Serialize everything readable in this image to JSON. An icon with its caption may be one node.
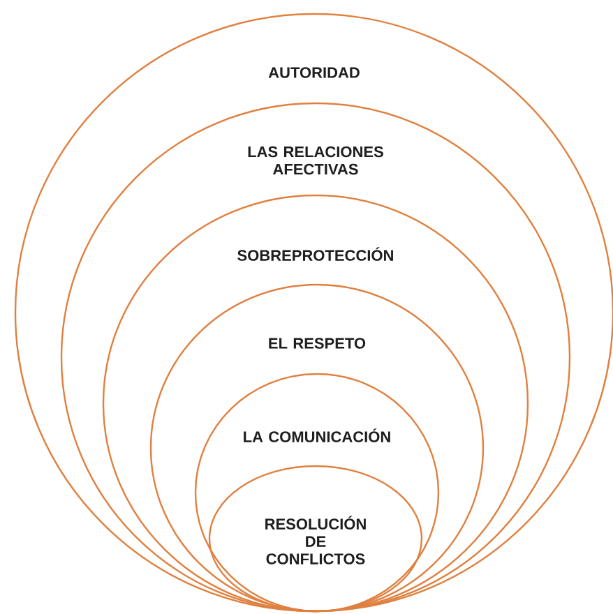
{
  "diagram": {
    "nodes": [
      {
        "text": [
          "AUTORIDAD"
        ]
      },
      {
        "text": [
          "LAS RELACIONES AFECTIVAS"
        ],
        "in": 0
      },
      {
        "text": [
          "SOBREPROTECCIÓN"
        ],
        "in": 1
      },
      {
        "text": [
          "EL RESPETO"
        ],
        "in": 2
      },
      {
        "text": [
          "LA COMUNICACIÓN"
        ],
        "in": 3
      },
      {
        "text": [
          "RESOLUCIÓN DE CONFLICTOS"
        ],
        "in": 4
      }
    ]
  }
}
